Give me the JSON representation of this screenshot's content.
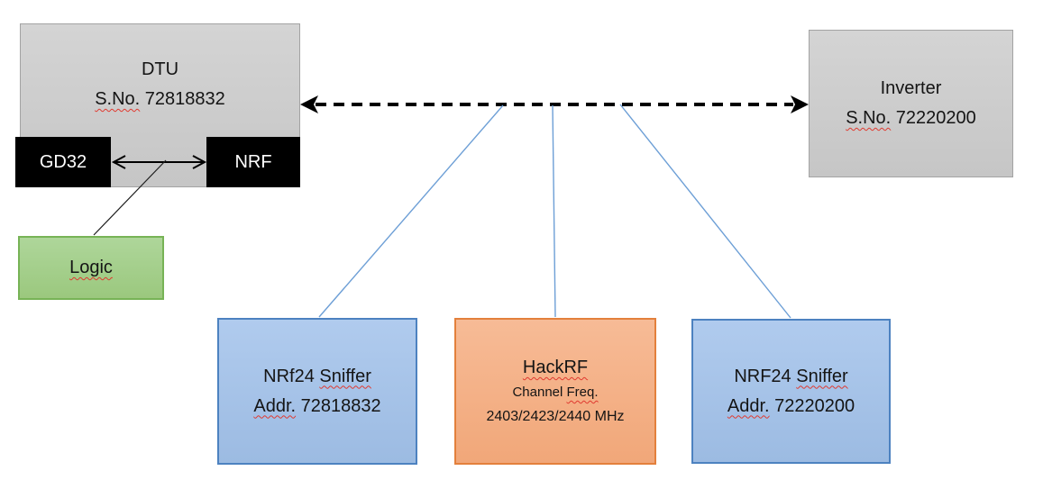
{
  "colors": {
    "background": "#ffffff",
    "text_color": "#141414",
    "gray_fill_top": "#d4d4d4",
    "gray_fill_bottom": "#c6c6c6",
    "gray_border": "#a3a3a3",
    "chip_black": "#000000",
    "chip_text": "#ffffff",
    "green_fill_top": "#aed69a",
    "green_fill_bottom": "#9bc87e",
    "green_border": "#77b356",
    "blue_fill_top": "#b0cbee",
    "blue_fill_bottom": "#9cbbe2",
    "blue_border": "#4d82c0",
    "orange_fill_top": "#f7bb96",
    "orange_fill_bottom": "#f1a779",
    "orange_border": "#e3803c",
    "connector_blue": "#6d9fd6",
    "arrow_black": "#000000",
    "line_black": "#1e1e1e",
    "squiggle_red": "#e0392f"
  },
  "nodes": {
    "dtu": {
      "name": "DTU",
      "serial_word": "S.No.",
      "serial_number": "72818832"
    },
    "gd32": {
      "label": "GD32"
    },
    "nrf": {
      "label": "NRF"
    },
    "logic": {
      "label": "Logic"
    },
    "inverter": {
      "name": "Inverter",
      "serial_word": "S.No.",
      "serial_number": "72220200"
    },
    "sniffer_left": {
      "model": "NRf24",
      "role": "Sniffer",
      "addr_word": "Addr.",
      "addr_number": "72818832"
    },
    "hackrf": {
      "title": "HackRF",
      "channel_word": "Channel",
      "freq_word": "Freq.",
      "frequencies": "2403/2423/2440 MHz"
    },
    "sniffer_right": {
      "model": "NRF24",
      "role": "Sniffer",
      "addr_word": "Addr.",
      "addr_number": "72220200"
    }
  }
}
